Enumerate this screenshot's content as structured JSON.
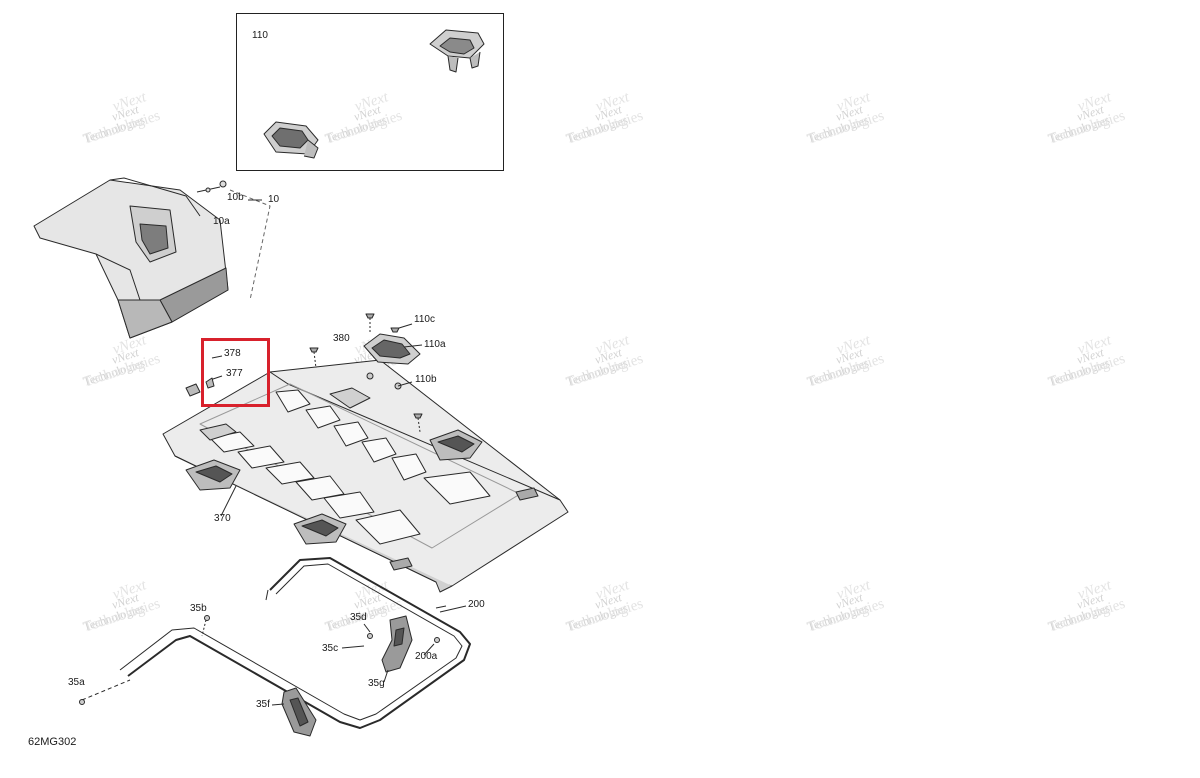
{
  "diagram": {
    "code": "62MG302",
    "watermark": {
      "line1": "vNext",
      "line2": "Technologies"
    },
    "callouts": [
      {
        "id": "110",
        "label": "110"
      },
      {
        "id": "10b",
        "label": "10b"
      },
      {
        "id": "10",
        "label": "10"
      },
      {
        "id": "10a",
        "label": "10a"
      },
      {
        "id": "110c",
        "label": "110c"
      },
      {
        "id": "380",
        "label": "380"
      },
      {
        "id": "110a",
        "label": "110a"
      },
      {
        "id": "378",
        "label": "378"
      },
      {
        "id": "377",
        "label": "377"
      },
      {
        "id": "110b",
        "label": "110b"
      },
      {
        "id": "370",
        "label": "370"
      },
      {
        "id": "200",
        "label": "200"
      },
      {
        "id": "35b",
        "label": "35b"
      },
      {
        "id": "35d",
        "label": "35d"
      },
      {
        "id": "35c",
        "label": "35c"
      },
      {
        "id": "200a",
        "label": "200a"
      },
      {
        "id": "35g",
        "label": "35g"
      },
      {
        "id": "35a",
        "label": "35a"
      },
      {
        "id": "35f",
        "label": "35f"
      }
    ],
    "highlight": {
      "color": "#d8212c",
      "targets": [
        "378",
        "377"
      ]
    }
  }
}
